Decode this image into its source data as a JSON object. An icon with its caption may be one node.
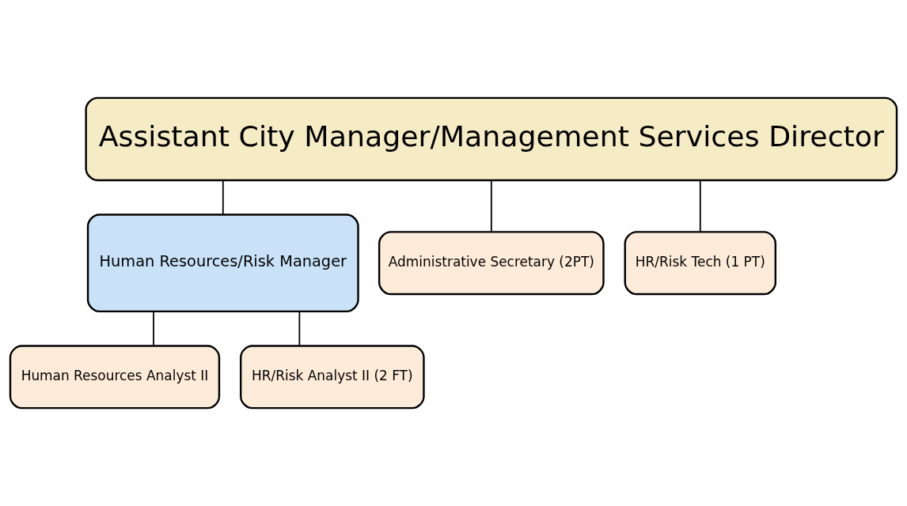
{
  "diagram": {
    "nodes": [
      {
        "text": [
          "Assistant City Manager/Management Services Director"
        ]
      },
      {
        "text": [
          "Human Resources/Risk Manager"
        ]
      },
      {
        "text": [
          "Human Resources Analyst II"
        ]
      },
      {
        "text": [
          "HR/Risk Analyst II (2 FT)"
        ]
      },
      {
        "text": [
          "Administrative Secretary (2PT)"
        ]
      },
      {
        "text": [
          "HR/Risk Tech (1 PT)"
        ]
      }
    ],
    "edges": [
      {
        "from": 0,
        "to": 1,
        "arrow": "none"
      },
      {
        "from": 0,
        "to": 4,
        "arrow": "none"
      },
      {
        "from": 0,
        "to": 5,
        "arrow": "none"
      },
      {
        "from": 1,
        "to": 2,
        "arrow": "none"
      },
      {
        "from": 1,
        "to": 3,
        "arrow": "none"
      }
    ]
  }
}
